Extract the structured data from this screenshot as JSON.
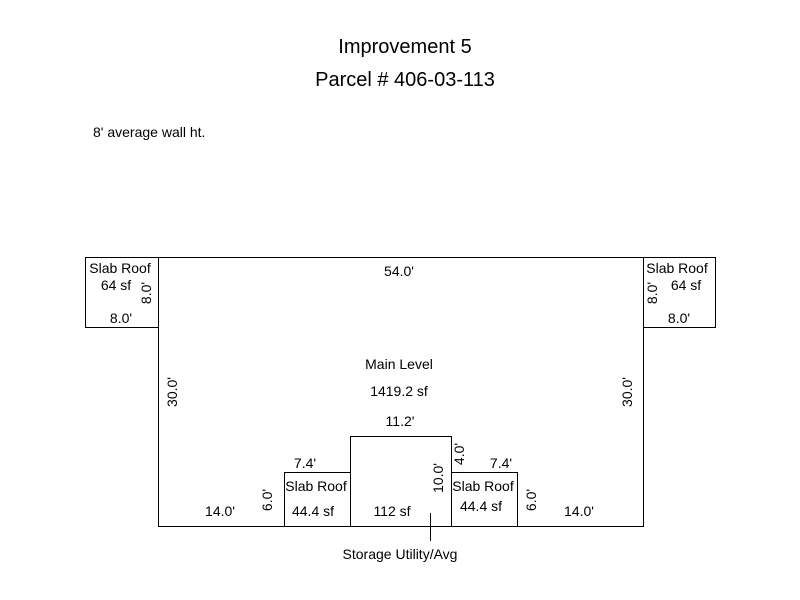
{
  "title": "Improvement 5",
  "parcel": "Parcel # 406-03-113",
  "note": "8' average wall ht.",
  "main": {
    "name": "Main Level",
    "area": "1419.2 sf",
    "top": "54.0'",
    "left": "30.0'",
    "right": "30.0'",
    "bottom_left": "14.0'",
    "bottom_right": "14.0'"
  },
  "slab_top_left": {
    "name": "Slab Roof",
    "area": "64 sf",
    "side": "8.0'",
    "bottom": "8.0'"
  },
  "slab_top_right": {
    "name": "Slab Roof",
    "area": "64 sf",
    "side": "8.0'",
    "bottom": "8.0'"
  },
  "slab_bottom_left": {
    "name": "Slab Roof",
    "area": "44.4 sf",
    "top": "7.4'",
    "side": "6.0'"
  },
  "slab_bottom_right": {
    "name": "Slab Roof",
    "area": "44.4 sf",
    "top": "7.4'",
    "side": "6.0'"
  },
  "storage": {
    "name": "Storage Utility/Avg",
    "area": "112 sf",
    "top": "11.2'",
    "side": "10.0'",
    "notch": "4.0'"
  }
}
